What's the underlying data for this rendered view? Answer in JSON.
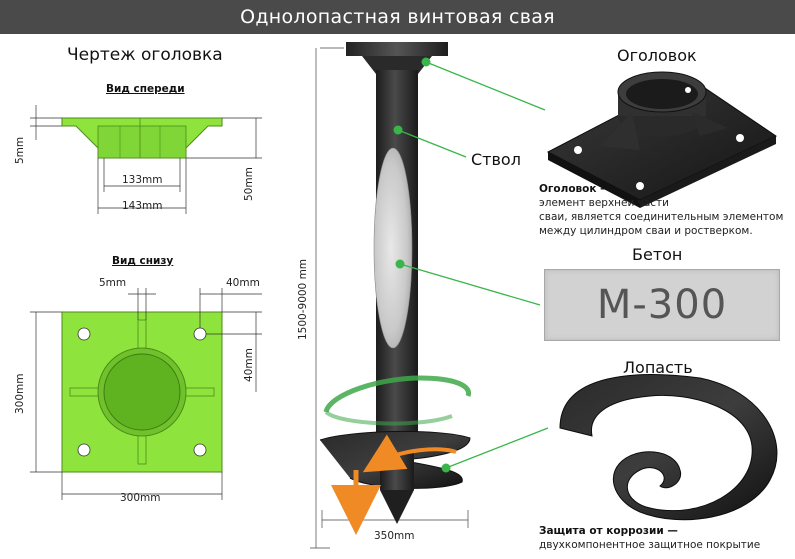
{
  "title": "Однолопастная винтовая свая",
  "drawing": {
    "heading": "Чертеж оголовка",
    "front_view": {
      "label": "Вид спереди",
      "dims": {
        "thickness": "5mm",
        "inner": "133mm",
        "outer": "143mm",
        "height": "50mm"
      }
    },
    "bottom_view": {
      "label": "Вид снизу",
      "dims": {
        "rib": "5mm",
        "hole_offset_h": "40mm",
        "hole_offset_v": "40mm",
        "side_v": "300mm",
        "side_h": "300mm"
      }
    }
  },
  "pile": {
    "length_label": "1500-9000 mm",
    "blade_diameter": "350mm",
    "trunk_label": "Ствол"
  },
  "head": {
    "label": "Оголовок",
    "desc_title": "Оголовок —",
    "desc_lines": [
      "элемент верхнеи части",
      "сваи, является соединительным элементом",
      "между цилиндром сваи и ростверком."
    ]
  },
  "concrete": {
    "label": "Бетон",
    "grade": "М-300"
  },
  "blade": {
    "label": "Лопасть",
    "desc_title": "Защита от коррозии —",
    "desc_line": "двухкомпонентное защитное покрытие"
  },
  "colors": {
    "banner": "#4a4a4a",
    "plate_green": "#8ee43c",
    "metal_dark": "#2e2e2e",
    "callout_green": "#39b54a",
    "arrow_orange": "#f08a24",
    "spin_green": "#3ea84a"
  }
}
